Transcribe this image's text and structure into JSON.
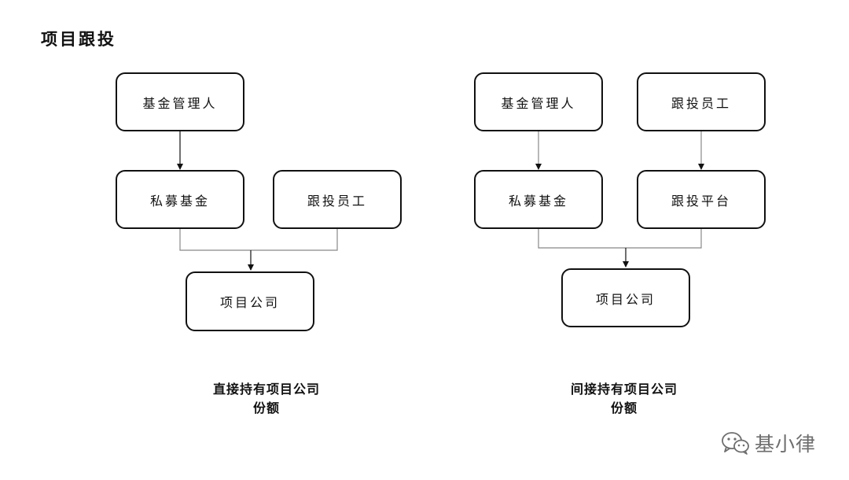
{
  "title": "项目跟投",
  "left_diagram": {
    "manager": "基金管理人",
    "fund": "私募基金",
    "employee": "跟投员工",
    "company": "项目公司",
    "caption_line1": "直接持有项目公司",
    "caption_line2": "份额"
  },
  "right_diagram": {
    "manager": "基金管理人",
    "employee": "跟投员工",
    "fund": "私募基金",
    "platform": "跟投平台",
    "company": "项目公司",
    "caption_line1": "间接持有项目公司",
    "caption_line2": "份额"
  },
  "watermark": {
    "text": "基小律",
    "icon": "wechat-icon"
  },
  "colors": {
    "border": "#111111",
    "connector": "#888888",
    "watermark": "#6e6e6e"
  }
}
